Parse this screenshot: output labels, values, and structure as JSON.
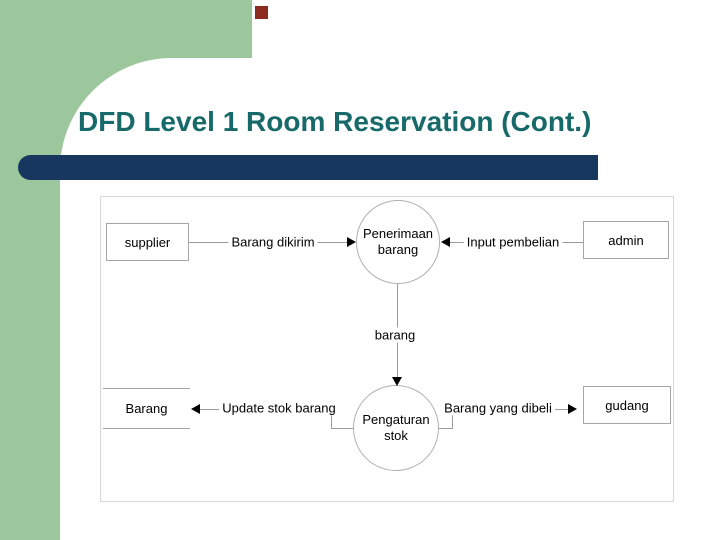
{
  "slide": {
    "title": "DFD Level 1 Room Reservation (Cont.)",
    "colors": {
      "accent_green": "#9cc79c",
      "title_teal": "#17696a",
      "underline_navy": "#17375e",
      "accent_maroon": "#8c2b20",
      "diagram_line": "#9a9a9a",
      "text": "#000000"
    }
  },
  "diagram": {
    "type": "data-flow-diagram",
    "entities": [
      {
        "label": "supplier"
      },
      {
        "label": "admin"
      },
      {
        "label": "gudang"
      }
    ],
    "stores": [
      {
        "label": "Barang"
      }
    ],
    "processes": [
      {
        "label": "Penerimaan\nbarang"
      },
      {
        "label": "Pengaturan\nstok"
      }
    ],
    "flows": [
      {
        "label": "Barang dikirim",
        "from": "supplier",
        "to": "Penerimaan barang"
      },
      {
        "label": "Input pembelian",
        "from": "admin",
        "to": "Penerimaan barang"
      },
      {
        "label": "barang",
        "from": "Penerimaan barang",
        "to": "Pengaturan stok"
      },
      {
        "label": "Update stok barang",
        "from": "Pengaturan stok",
        "to": "Barang"
      },
      {
        "label": "Barang yang dibeli",
        "from": "Pengaturan stok",
        "to": "gudang"
      }
    ]
  }
}
